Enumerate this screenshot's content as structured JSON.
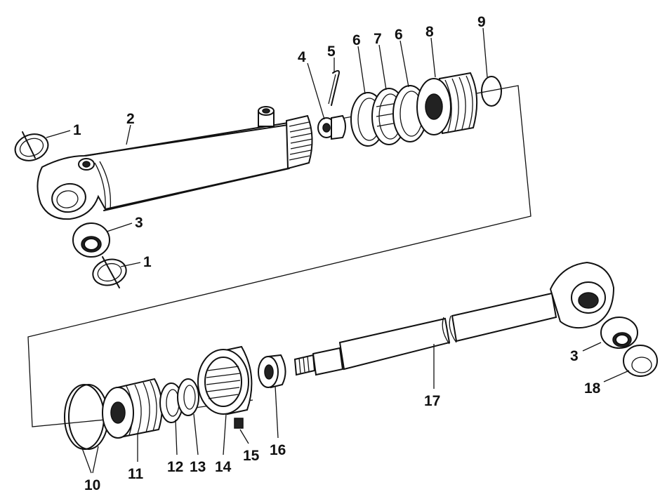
{
  "labels": {
    "l1a": "1",
    "l1b": "1",
    "l2": "2",
    "l3a": "3",
    "l3b": "3",
    "l4": "4",
    "l5": "5",
    "l6a": "6",
    "l6b": "6",
    "l7": "7",
    "l8": "8",
    "l9": "9",
    "l10": "10",
    "l11": "11",
    "l12": "12",
    "l13": "13",
    "l14": "14",
    "l15": "15",
    "l16": "16",
    "l17": "17",
    "l18": "18"
  }
}
